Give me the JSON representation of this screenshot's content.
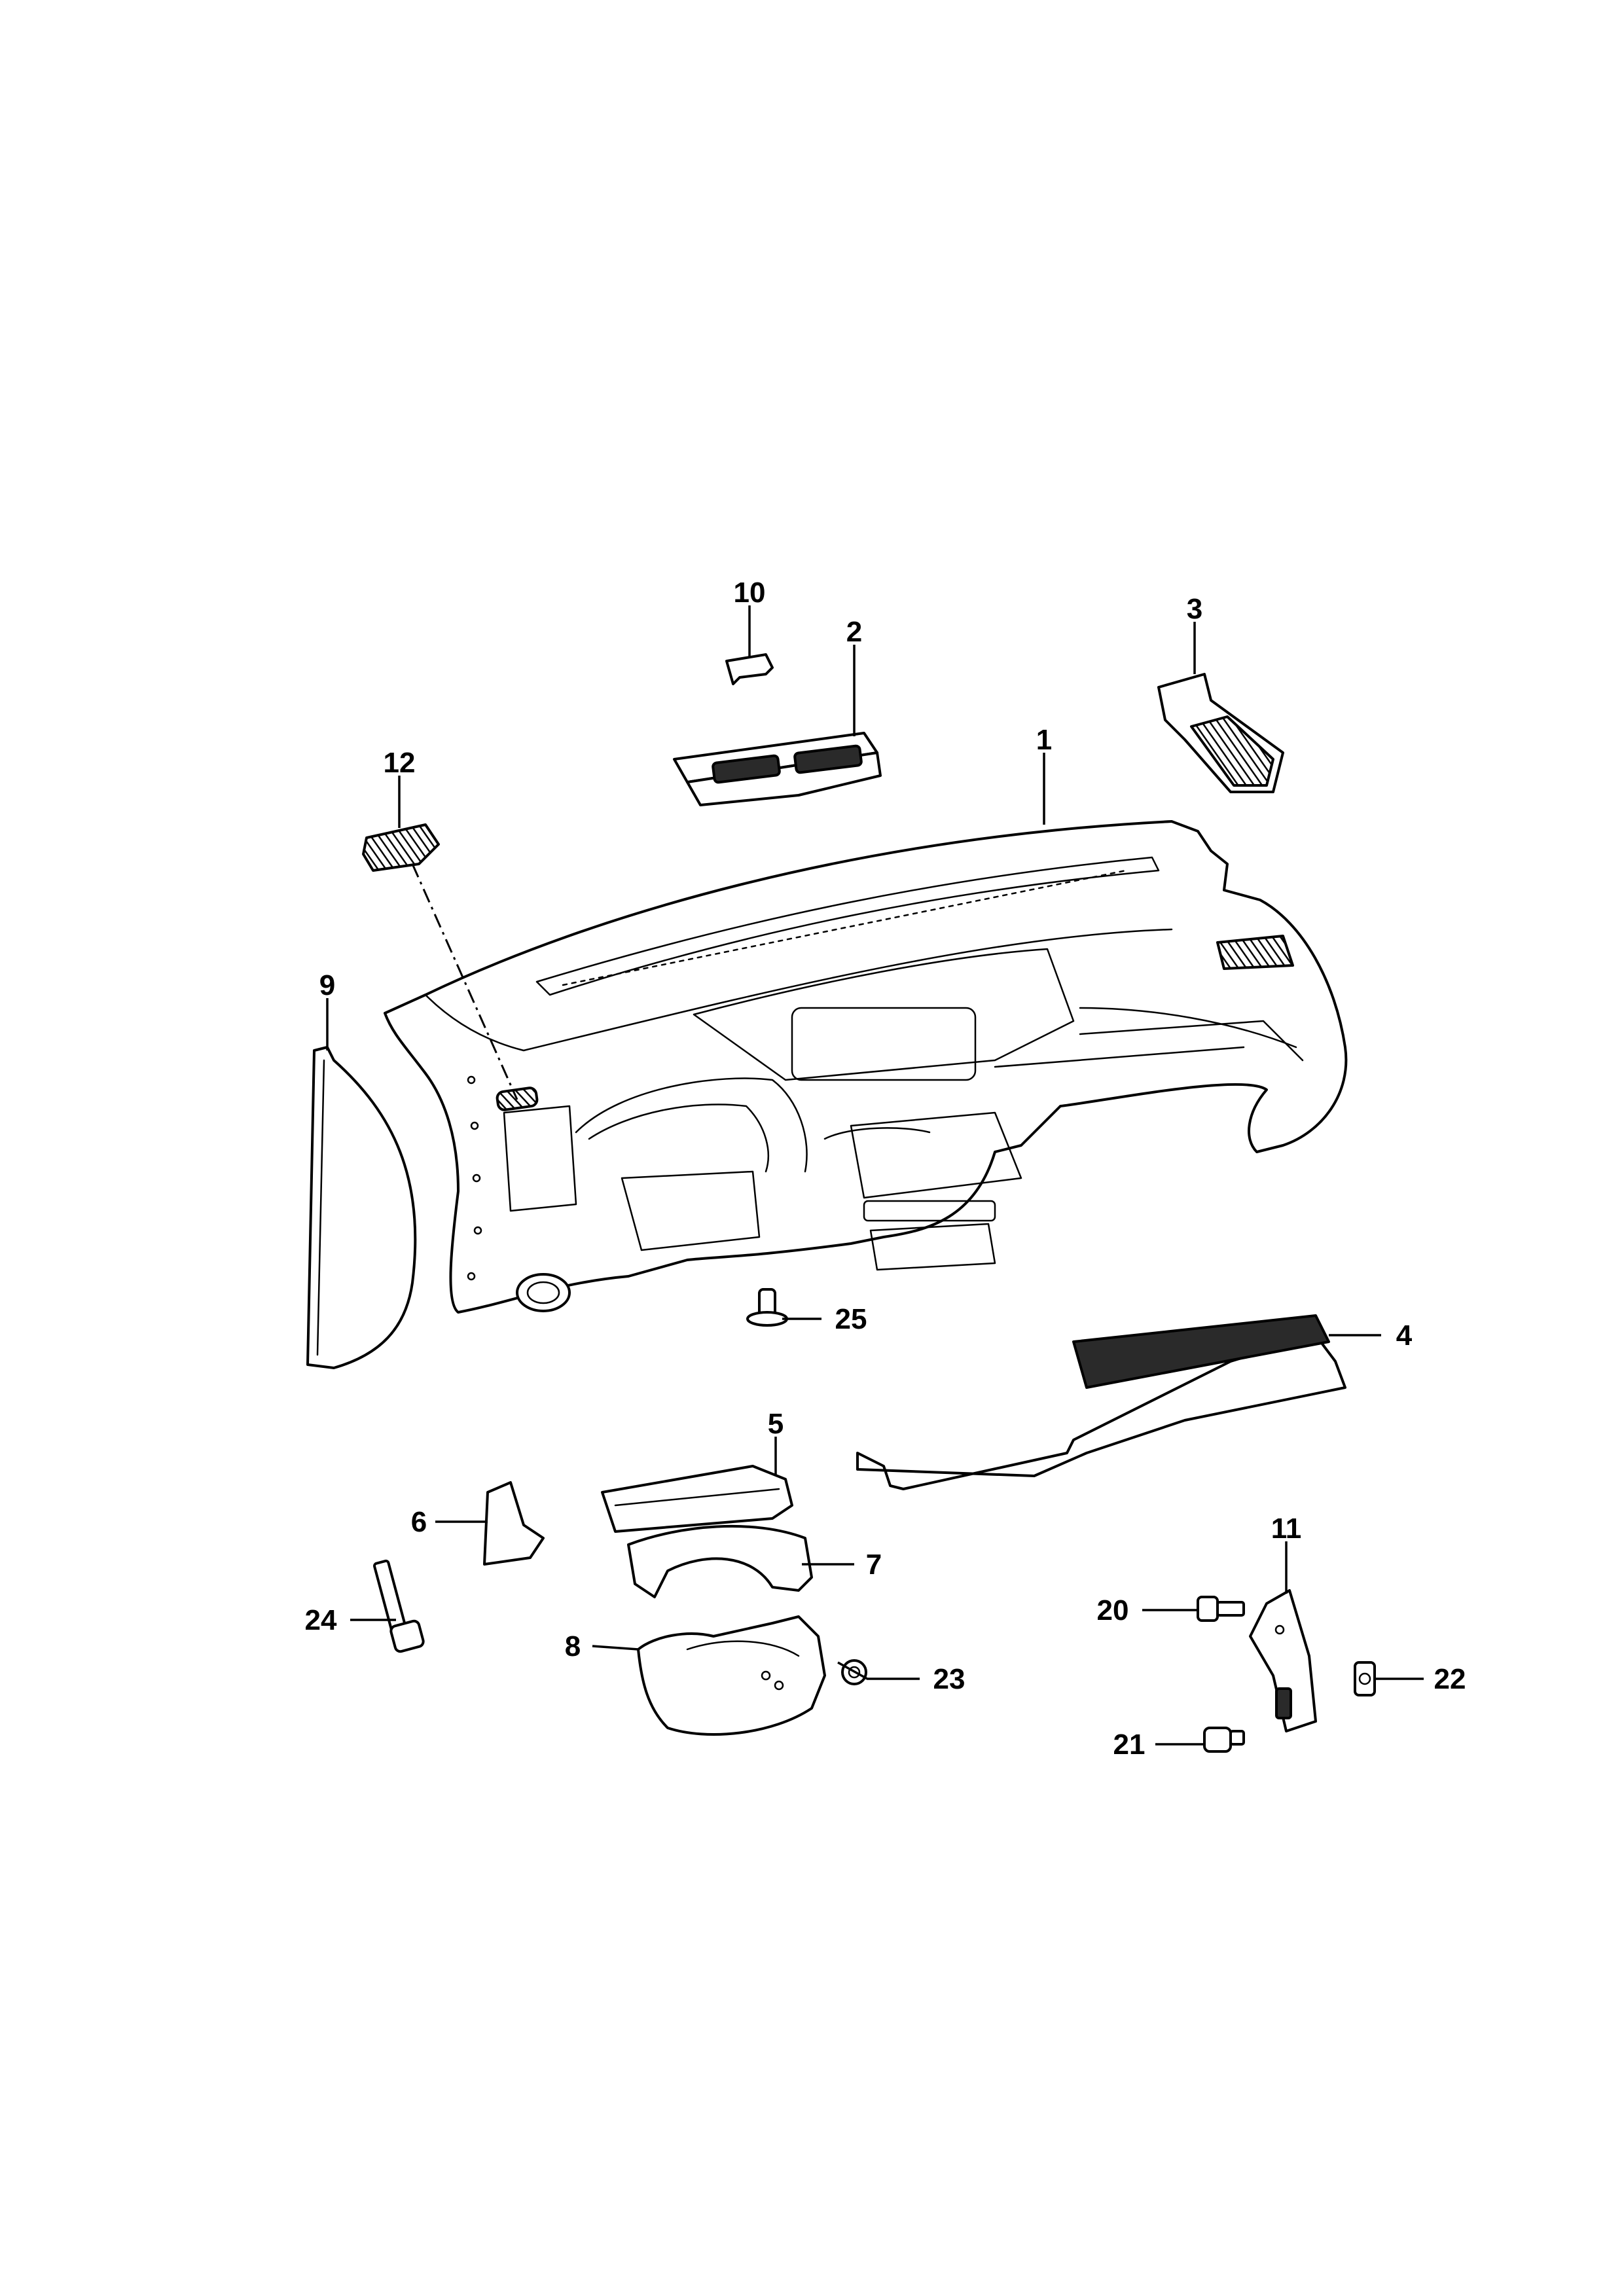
{
  "callouts": [
    {
      "id": "c1",
      "label": "1"
    },
    {
      "id": "c2",
      "label": "2"
    },
    {
      "id": "c3",
      "label": "3"
    },
    {
      "id": "c4",
      "label": "4"
    },
    {
      "id": "c5",
      "label": "5"
    },
    {
      "id": "c6",
      "label": "6"
    },
    {
      "id": "c7",
      "label": "7"
    },
    {
      "id": "c8",
      "label": "8"
    },
    {
      "id": "c9",
      "label": "9"
    },
    {
      "id": "c10",
      "label": "10"
    },
    {
      "id": "c11",
      "label": "11"
    },
    {
      "id": "c12",
      "label": "12"
    },
    {
      "id": "c20",
      "label": "20"
    },
    {
      "id": "c21",
      "label": "21"
    },
    {
      "id": "c22",
      "label": "22"
    },
    {
      "id": "c23",
      "label": "23"
    },
    {
      "id": "c24",
      "label": "24"
    },
    {
      "id": "c25",
      "label": "25"
    }
  ]
}
